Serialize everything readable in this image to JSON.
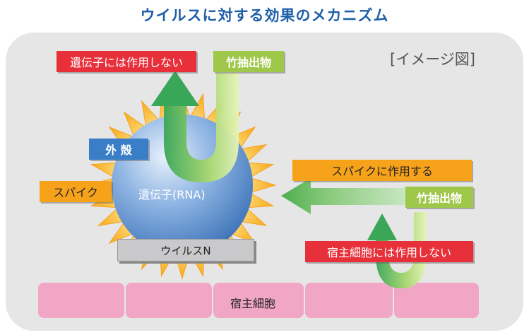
{
  "title": "ウイルスに対する効果のメカニズム",
  "caption": "[イメージ図]",
  "labels": {
    "no_effect_gene": "遺伝子には作用しない",
    "extract_top": "竹抽出物",
    "shell": "外 殻",
    "spike": "スパイク",
    "core": "遺伝子(RNA)",
    "virus": "ウイルスN",
    "acts_on_spike": "スパイクに作用する",
    "extract_right": "竹抽出物",
    "no_effect_cell": "宿主細胞には作用しない",
    "host_cell": "宿主細胞"
  },
  "colors": {
    "title": "#1f5fa8",
    "red_label": "#e8303a",
    "green_label": "#9fc74a",
    "orange_label": "#f7a21b",
    "blue_label": "#3b7ec8",
    "sun_spikes": "#f7b21b",
    "virus_sphere": "#5b8fd0",
    "host_cell": "#f0a6c4",
    "panel": "#e6e6e7"
  }
}
